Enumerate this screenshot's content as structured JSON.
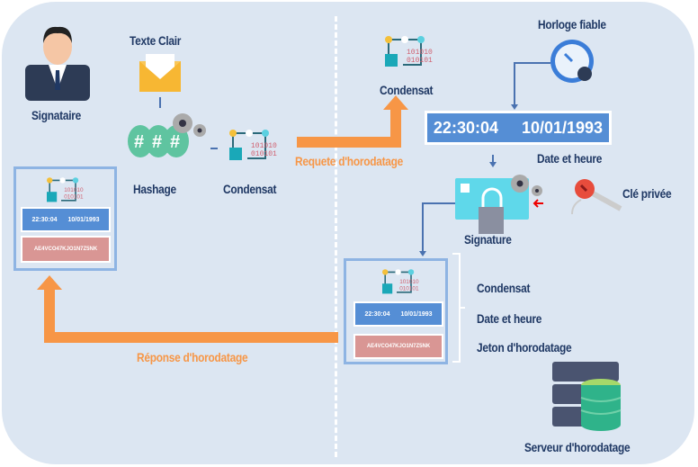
{
  "labels": {
    "signataire": "Signataire",
    "texte_clair": "Texte Clair",
    "hashage": "Hashage",
    "condensat_left": "Condensat",
    "requete": "Requete d'horodatage",
    "reponse": "Réponse d'horodatage",
    "condensat_top": "Condensat",
    "horloge": "Horloge fiable",
    "date_heure": "Date et heure",
    "signature": "Signature",
    "cle_privee": "Clé privée",
    "serveur": "Serveur d'horodatage"
  },
  "clock_display": {
    "time": "22:30:04",
    "date": "10/01/1993"
  },
  "left_token": {
    "time": "22:30:04",
    "date": "10/01/1993",
    "jeton": "AE4VCO47KJO1N7Z5NK"
  },
  "server_token": {
    "time": "22:30:04",
    "date": "10/01/1993",
    "jeton": "AE4VCO47KJO1N7Z5NK"
  },
  "legend": [
    "Condensat",
    "Date et heure",
    "Jeton d'horodatage"
  ],
  "colors": {
    "text": "#1f3864",
    "arrow": "#f79646",
    "timestamp": "#558ed5",
    "token": "#d99694",
    "background": "#dce6f2"
  }
}
